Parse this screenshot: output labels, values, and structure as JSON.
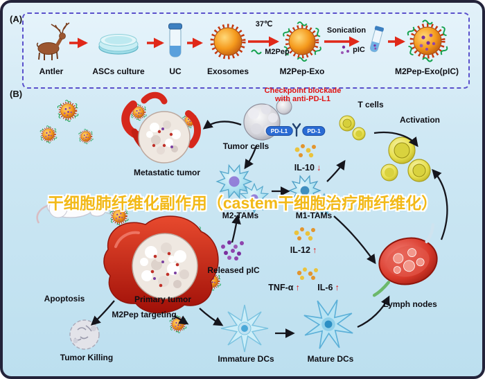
{
  "watermark": "干细胞肺纤维化副作用（castem干细胞治疗肺纤维化）",
  "panel_a": {
    "tag": "(A)",
    "steps": [
      "Antler",
      "ASCs culture",
      "UC",
      "Exosomes",
      "M2Pep-Exo",
      "M2Pep-Exo(pIC)"
    ],
    "temp": "37℃",
    "m2pep": "M2Pep",
    "sonication": "Sonication",
    "pic": "pIC"
  },
  "panel_b": {
    "tag": "(B)",
    "checkpoint_line1": "Checkpoint blockade",
    "checkpoint_line2": "with anti-PD-L1",
    "t_cells": "T cells",
    "activation": "Activation",
    "tumor_cells": "Tumor cells",
    "pd_l1": "PD-L1",
    "pd_1": "PD-1",
    "metastatic_tumor": "Metastatic tumor",
    "m2_tams": "M2-TAMs",
    "m1_tams": "M1-TAMs",
    "il10": {
      "name": "IL-10",
      "arrow": "↓"
    },
    "il12": {
      "name": "IL-12",
      "arrow": "↑"
    },
    "tnfa": {
      "name": "TNF-α",
      "arrow": "↑"
    },
    "il6": {
      "name": "IL-6",
      "arrow": "↑"
    },
    "released_pic": "Released pIC",
    "lymph_nodes": "Lymph nodes",
    "apoptosis": "Apoptosis",
    "primary_tumor": "Primary tumor",
    "m2pep_targeting": "M2Pep targeting",
    "tumor_killing": "Tumor Killing",
    "immature_dcs": "Immature DCs",
    "mature_dcs": "Mature DCs"
  },
  "colors": {
    "accent_red": "#e02818",
    "panel_border_purple": "#5a50cc",
    "watermark_yellow": "#f2b918",
    "checkpoint_red": "#e01414",
    "pill_blue": "#2a6bd4",
    "exosome_orange": "#f59a1d",
    "pic_purple": "#8e44ad",
    "m2pep_green": "#13a14d"
  }
}
